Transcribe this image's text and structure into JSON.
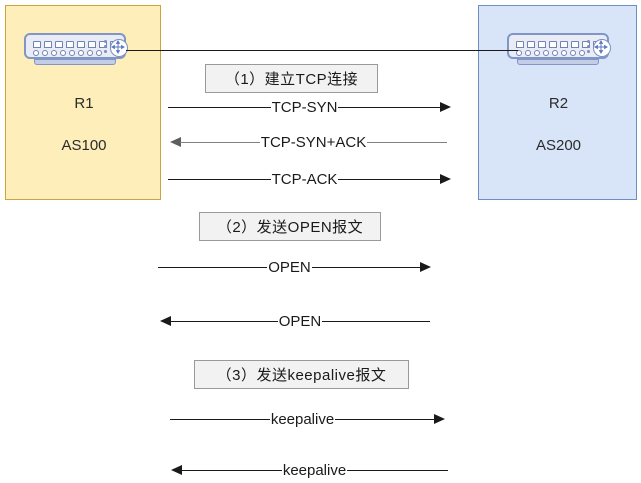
{
  "diagram": {
    "left_zone": {
      "device_name": "R1",
      "as_name": "AS100",
      "fill_color": "#fdeeba",
      "border_color": "#cba43c",
      "device_icon": "router-icon"
    },
    "right_zone": {
      "device_name": "R2",
      "as_name": "AS200",
      "fill_color": "#d8e5f8",
      "border_color": "#6f8fc4",
      "device_icon": "router-icon"
    },
    "link": {
      "name": "physical-link",
      "color": "#1a1a1a"
    },
    "steps": [
      {
        "caption": "（1）建立TCP连接"
      },
      {
        "caption": "（2）发送OPEN报文"
      },
      {
        "caption": "（3）发送keepalive报文"
      }
    ],
    "messages": [
      {
        "label": "TCP-SYN",
        "direction": "right",
        "color": "#1a1a1a"
      },
      {
        "label": "TCP-SYN+ACK",
        "direction": "left",
        "color": "#808080"
      },
      {
        "label": "TCP-ACK",
        "direction": "right",
        "color": "#1a1a1a"
      },
      {
        "label": "OPEN",
        "direction": "right",
        "color": "#1a1a1a"
      },
      {
        "label": "OPEN",
        "direction": "left",
        "color": "#1a1a1a"
      },
      {
        "label": "keepalive",
        "direction": "right",
        "color": "#1a1a1a"
      },
      {
        "label": "keepalive",
        "direction": "left",
        "color": "#1a1a1a"
      }
    ]
  }
}
